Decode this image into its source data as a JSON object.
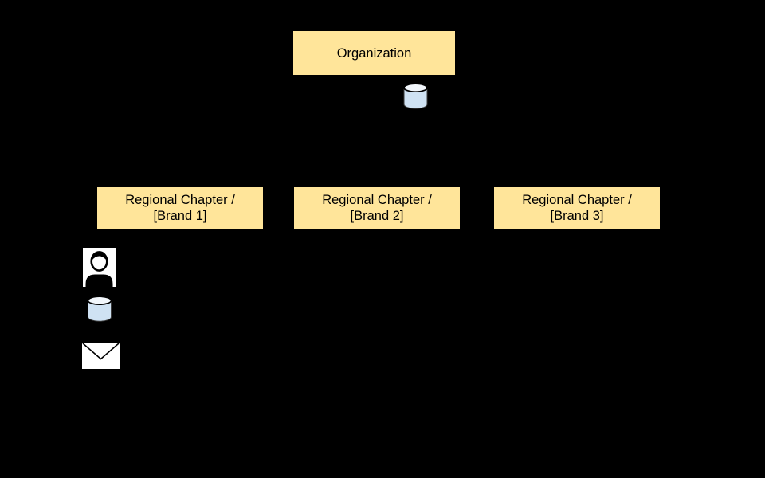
{
  "diagram": {
    "type": "org-chart",
    "org_box": {
      "label": "Organization"
    },
    "chapter_boxes": [
      {
        "line1": "Regional Chapter /",
        "line2": "[Brand 1]"
      },
      {
        "line1": "Regional Chapter /",
        "line2": "[Brand 2]"
      },
      {
        "line1": "Regional Chapter /",
        "line2": "[Brand 3]"
      }
    ],
    "icons": {
      "org_database": "database-icon",
      "chapter_user": "user-icon",
      "chapter_database": "database-icon",
      "chapter_envelope": "envelope-icon"
    },
    "colors": {
      "background": "#000000",
      "box_fill": "#FFE59A",
      "box_text": "#000000",
      "cylinder_body": "#CFE2F3",
      "cylinder_top": "#F2F7FC",
      "cylinder_stroke": "#000000",
      "icon_background": "#FFFFFF",
      "silhouette": "#000000"
    }
  }
}
